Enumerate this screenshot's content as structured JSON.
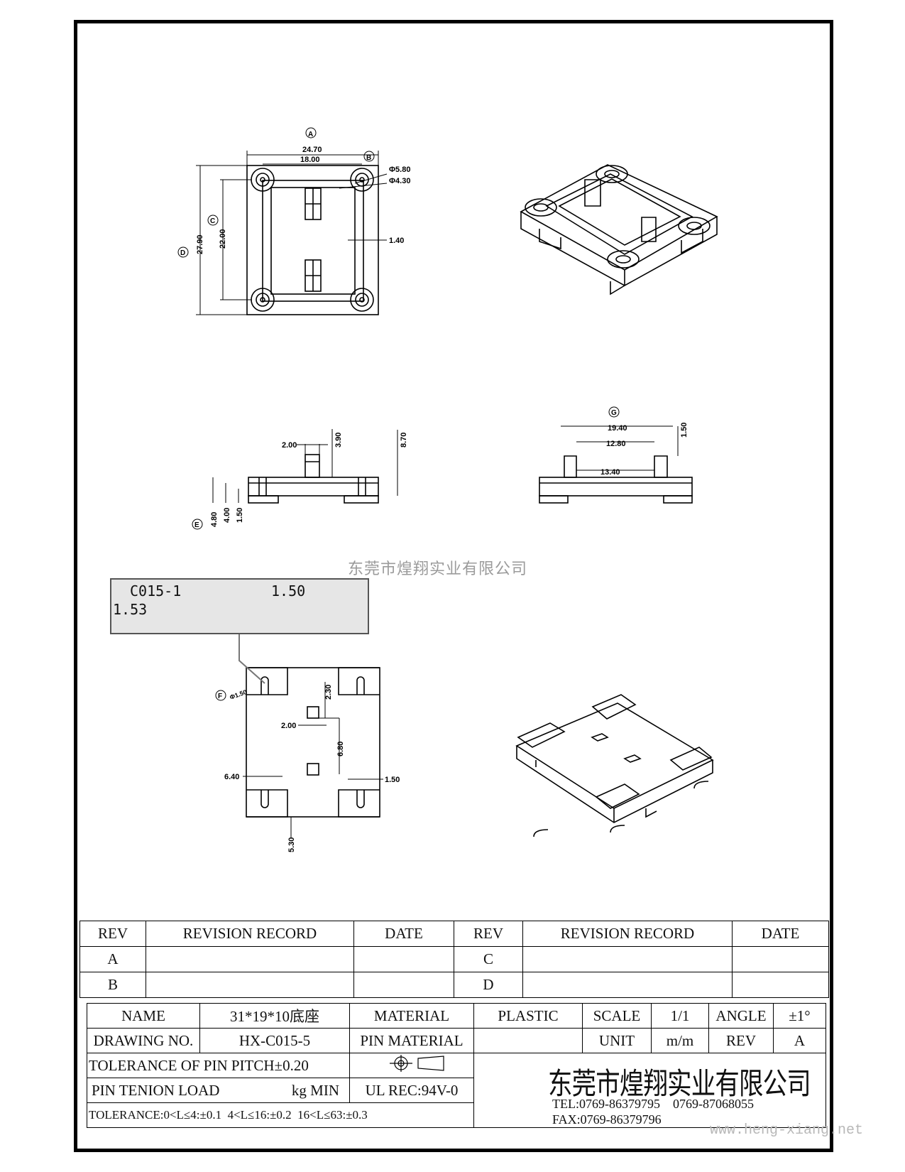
{
  "watermark": "东莞市煌翔实业有限公司",
  "note_box": {
    "part": "C015-1",
    "value_a": "1.50",
    "value_b": "1.53"
  },
  "dimensions": {
    "top_view": {
      "A": "24.70",
      "inner": "18.00",
      "B_outer": "Φ5.80",
      "B_inner": "Φ4.30",
      "rib": "1.40",
      "C": "22.00",
      "D": "27.90",
      "label_A": "A",
      "label_B": "B",
      "label_C": "C",
      "label_D": "D"
    },
    "side_view": {
      "w": "2.00",
      "h1": "3.90",
      "h2": "8.70",
      "E": "4.80",
      "e2": "4.00",
      "e3": "1.50",
      "label_E": "E"
    },
    "front_view": {
      "G": "19.40",
      "g2": "12.80",
      "g3": "13.40",
      "g4": "1.50",
      "label_G": "G"
    },
    "bottom_view": {
      "F": "Φ1.50",
      "b1": "2.30",
      "b2": "2.00",
      "b3": "6.80",
      "b4": "6.40",
      "b5": "1.50",
      "b6": "5.30",
      "label_F": "F"
    }
  },
  "revision_table": {
    "headers": [
      "REV",
      "REVISION RECORD",
      "DATE",
      "REV",
      "REVISION RECORD",
      "DATE"
    ],
    "rows": [
      [
        "A",
        "",
        "",
        "C",
        "",
        ""
      ],
      [
        "B",
        "",
        "",
        "D",
        "",
        ""
      ]
    ]
  },
  "title_block": {
    "name_label": "NAME",
    "name_value": "31*19*10底座",
    "material_label": "MATERIAL",
    "material_value": "PLASTIC",
    "scale_label": "SCALE",
    "scale_value": "1/1",
    "angle_label": "ANGLE",
    "angle_value": "±1°",
    "drawing_no_label": "DRAWING NO.",
    "drawing_no_value": "HX-C015-5",
    "pin_material_label": "PIN MATERIAL",
    "unit_label": "UNIT",
    "unit_value": "m/m",
    "rev_label": "REV",
    "rev_value": "A",
    "tolerance_pitch": "TOLERANCE OF PIN PITCH±0.20",
    "pin_load_label": "PIN TENION LOAD",
    "pin_load_unit": "kg MIN",
    "ul_rec": "UL REC:94V-0",
    "tolerance": "TOLERANCE:0<L≤4:±0.1  4<L≤16:±0.2  16<L≤63:±0.3",
    "company": "东莞市煌翔实业有限公司",
    "tel": "TEL:0769-86379795    0769-87068055",
    "fax": "FAX:0769-86379796",
    "website": "www.heng-xiang.net"
  }
}
